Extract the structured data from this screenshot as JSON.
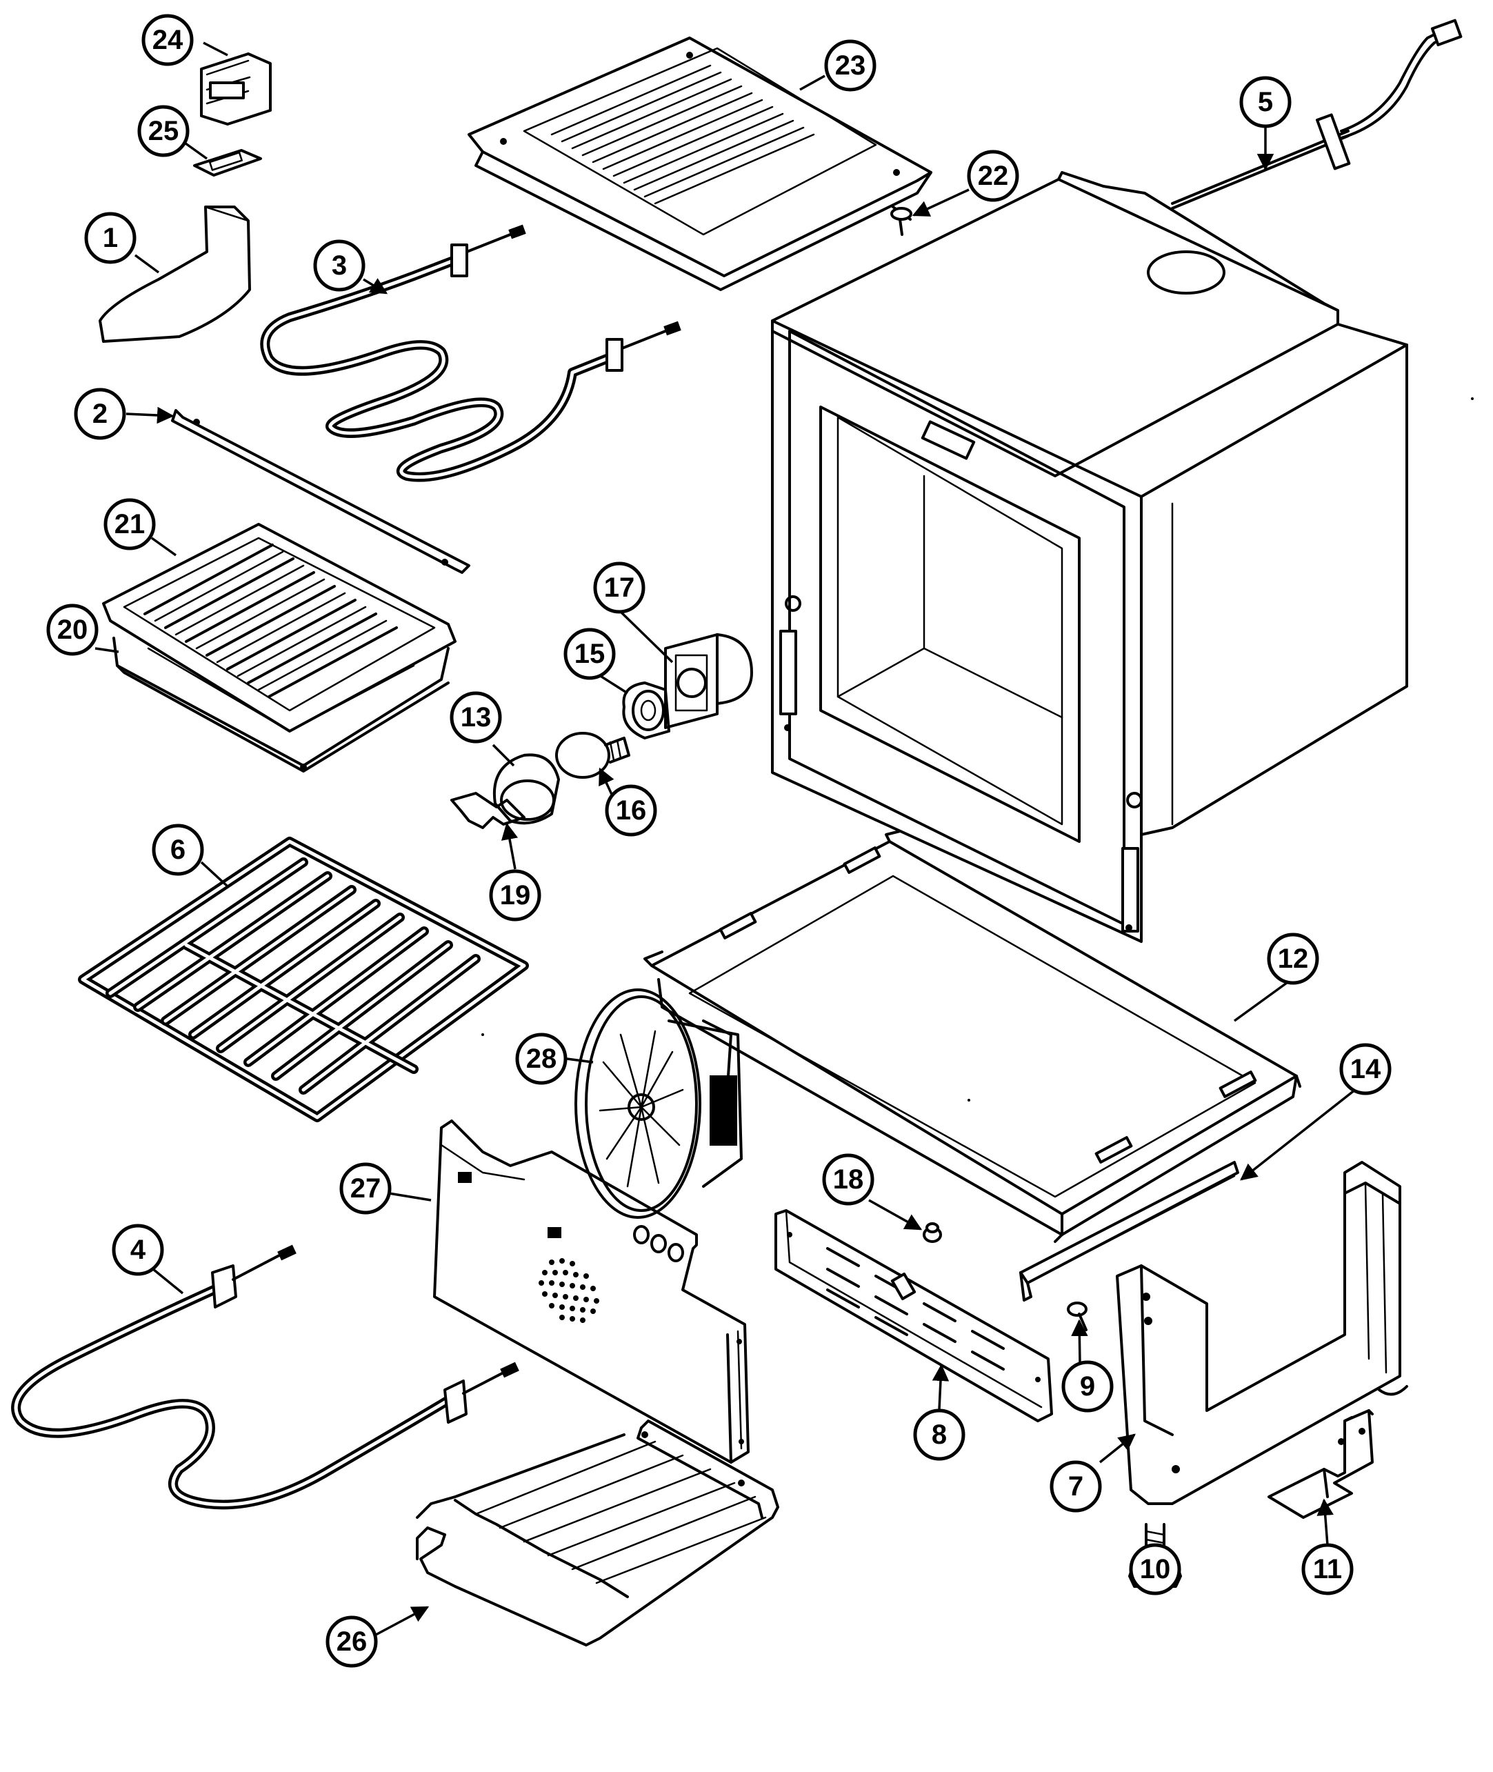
{
  "diagram": {
    "callouts": [
      {
        "id": "c1",
        "label": "1"
      },
      {
        "id": "c2",
        "label": "2"
      },
      {
        "id": "c3",
        "label": "3"
      },
      {
        "id": "c4",
        "label": "4"
      },
      {
        "id": "c5",
        "label": "5"
      },
      {
        "id": "c6",
        "label": "6"
      },
      {
        "id": "c7",
        "label": "7"
      },
      {
        "id": "c8",
        "label": "8"
      },
      {
        "id": "c9",
        "label": "9"
      },
      {
        "id": "c10",
        "label": "10"
      },
      {
        "id": "c11",
        "label": "11"
      },
      {
        "id": "c12",
        "label": "12"
      },
      {
        "id": "c13",
        "label": "13"
      },
      {
        "id": "c14",
        "label": "14"
      },
      {
        "id": "c15",
        "label": "15"
      },
      {
        "id": "c16",
        "label": "16"
      },
      {
        "id": "c17",
        "label": "17"
      },
      {
        "id": "c18",
        "label": "18"
      },
      {
        "id": "c19",
        "label": "19"
      },
      {
        "id": "c20",
        "label": "20"
      },
      {
        "id": "c21",
        "label": "21"
      },
      {
        "id": "c22",
        "label": "22"
      },
      {
        "id": "c23",
        "label": "23"
      },
      {
        "id": "c24",
        "label": "24"
      },
      {
        "id": "c25",
        "label": "25"
      },
      {
        "id": "c26",
        "label": "26"
      },
      {
        "id": "c27",
        "label": "27"
      },
      {
        "id": "c28",
        "label": "28"
      }
    ],
    "colors": {
      "line": "#000000",
      "background": "#ffffff"
    }
  }
}
